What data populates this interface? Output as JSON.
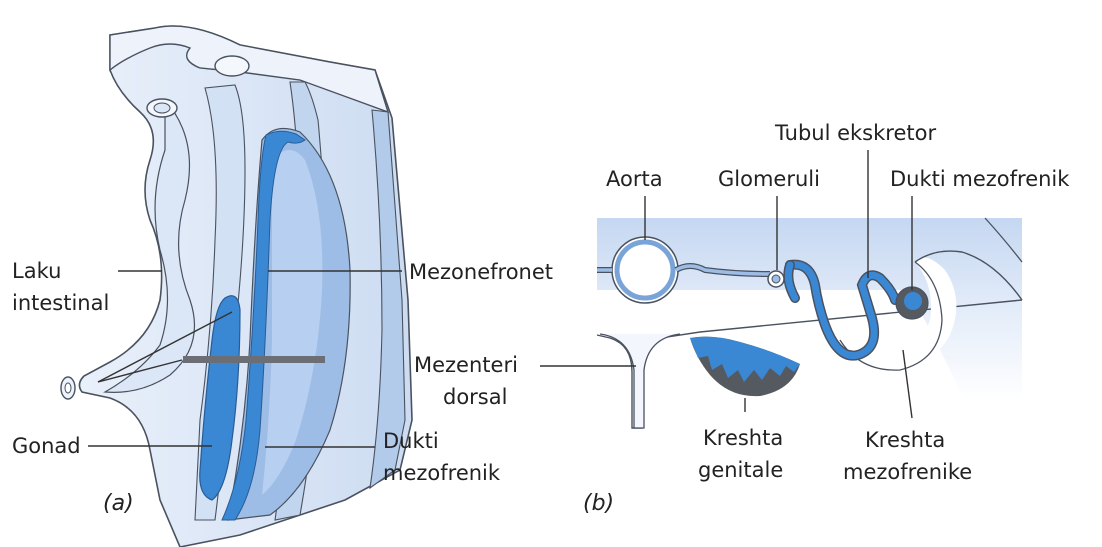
{
  "panel_a": {
    "panel_label": "(a)",
    "labels": {
      "laku_line1": "Laku",
      "laku_line2": "intestinal",
      "mezonefronet": "Mezonefronet",
      "gonad": "Gonad",
      "dukti_line1": "Dukti",
      "dukti_line2": "mezofrenik"
    }
  },
  "panel_b": {
    "panel_label": "(b)",
    "labels": {
      "aorta": "Aorta",
      "glomeruli": "Glomeruli",
      "tubul": "Tubul ekskretor",
      "dukti": "Dukti mezofrenik",
      "mezenteri_line1": "Mezenteri",
      "mezenteri_line2": "dorsal",
      "kreshta_gen_line1": "Kreshta",
      "kreshta_gen_line2": "genitale",
      "kreshta_mez_line1": "Kreshta",
      "kreshta_mez_line2": "mezofrenike"
    }
  },
  "colors": {
    "tissue_light": "#e4edf9",
    "tissue_mid": "#c6d8f0",
    "tissue_blue": "#9dbde6",
    "organ_blue": "#3a87d4",
    "outline": "#4a5260",
    "dark_grey": "#555a61",
    "section_bar": "#6b6f75"
  }
}
